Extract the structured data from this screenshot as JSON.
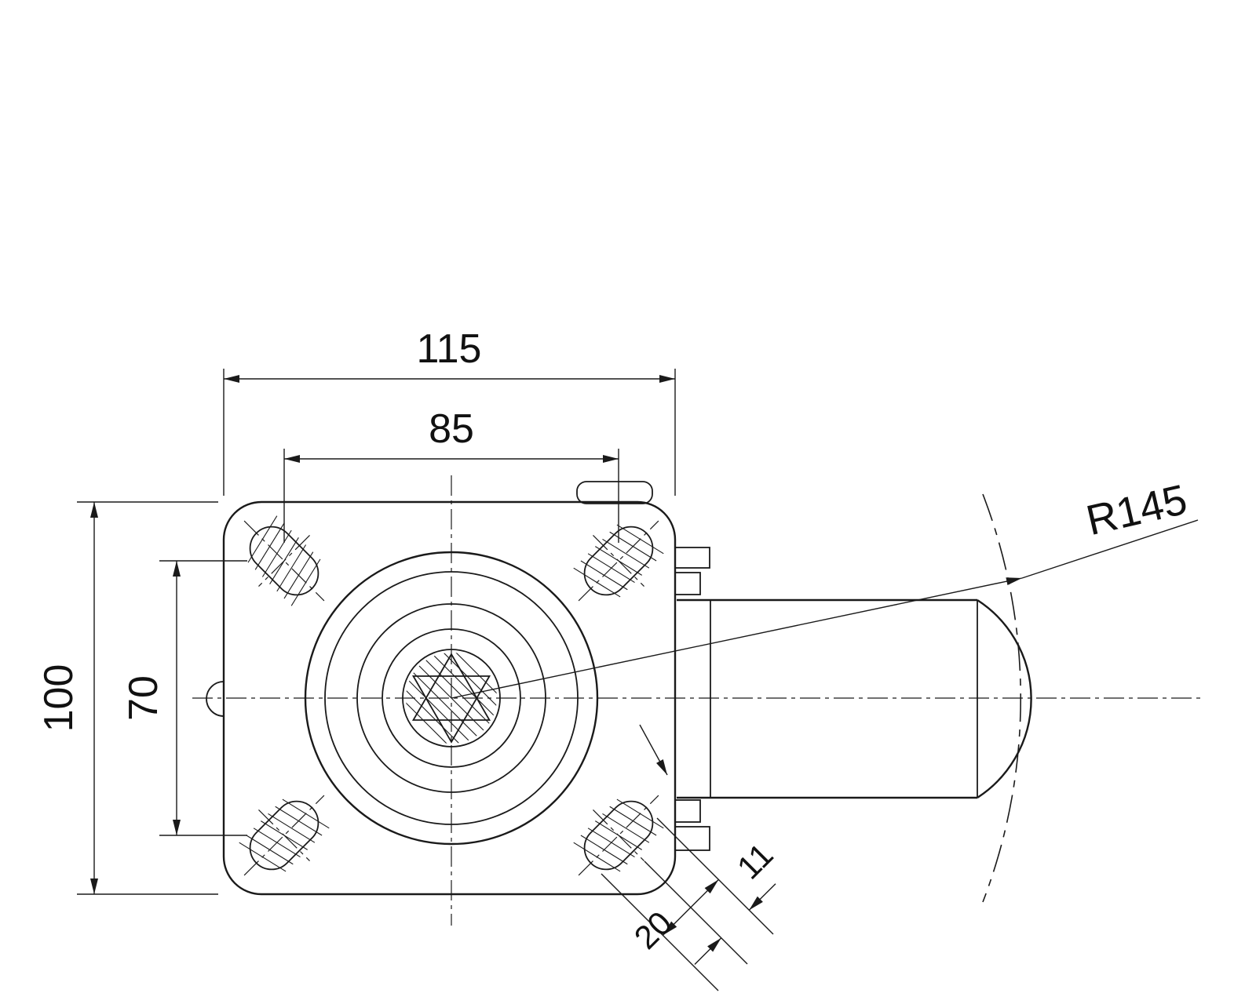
{
  "drawing": {
    "dims": {
      "plate_width": "115",
      "hole_spacing_h": "85",
      "plate_height": "100",
      "hole_spacing_v": "70",
      "swing_radius": "R145",
      "slot_width": "11",
      "slot_length": "20"
    },
    "colors": {
      "line": "#1a1a1a",
      "background": "#ffffff"
    }
  }
}
